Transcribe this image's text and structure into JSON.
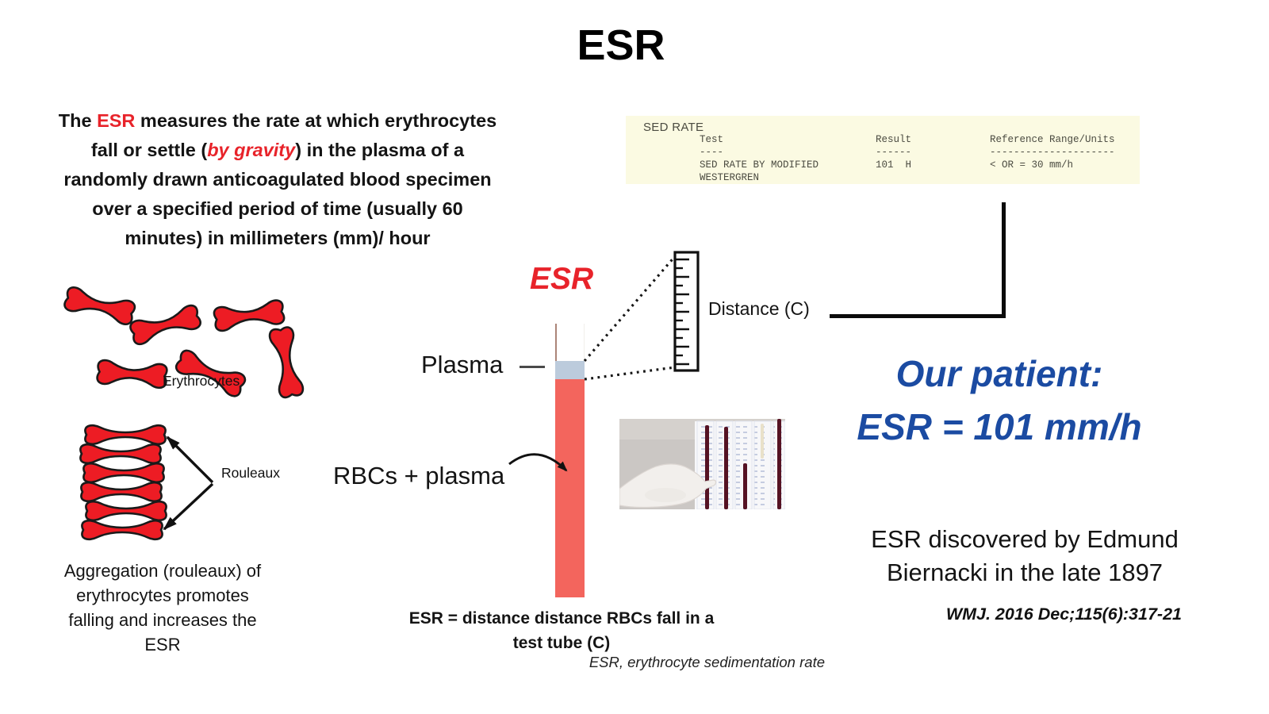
{
  "palette": {
    "accent_red": "#e8232a",
    "patient_blue": "#1b4ba2",
    "lab_bg": "#fbfae2",
    "lab_text": "#4b4b41",
    "plasma_blue": "#bccbdc",
    "tube_blood_red": "#f3655d",
    "cell_red": "#ed1c24"
  },
  "title": "ESR",
  "intro": {
    "l1a": "The ",
    "l1b": "ESR",
    "l1c": " measures the rate at which erythrocytes",
    "l2a": "fall or settle (",
    "l2b": "by gravity",
    "l2c": ") in the plasma of a",
    "l3": "randomly drawn anticoagulated blood specimen",
    "l4": "over a specified period of time (usually 60",
    "l5": "minutes) in millimeters (mm)/ hour"
  },
  "lab_report": {
    "section_title": "SED RATE",
    "col_test": {
      "header": "Test",
      "underline": "----",
      "line1": "SED RATE BY MODIFIED",
      "line2": "WESTERGREN"
    },
    "col_result": {
      "header": "Result",
      "underline": "------",
      "value": "101  H"
    },
    "col_reference": {
      "header": "Reference Range/Units",
      "underline": "---------------------",
      "value": "< OR = 30 mm/h"
    }
  },
  "cells": {
    "erythrocytes_label": "Erythrocytes",
    "rouleaux_label": "Rouleaux",
    "caption_lines": [
      "Aggregation (rouleaux) of",
      "erythrocytes promotes",
      "falling and increases the",
      "ESR"
    ]
  },
  "diagram": {
    "esr_label": "ESR",
    "plasma_label": "Plasma",
    "rbc_label": "RBCs + plasma",
    "distance_label": "Distance (C)"
  },
  "formula": {
    "line1": "ESR = distance distance RBCs fall in a",
    "line2": "test tube (C)",
    "footnote": "ESR, erythrocyte sedimentation rate"
  },
  "patient": {
    "line1": "Our patient:",
    "line2": "ESR = 101 mm/h"
  },
  "history": {
    "line1": "ESR discovered by Edmund",
    "line2": "Biernacki in the late 1897",
    "citation": "WMJ. 2016 Dec;115(6):317-21"
  }
}
